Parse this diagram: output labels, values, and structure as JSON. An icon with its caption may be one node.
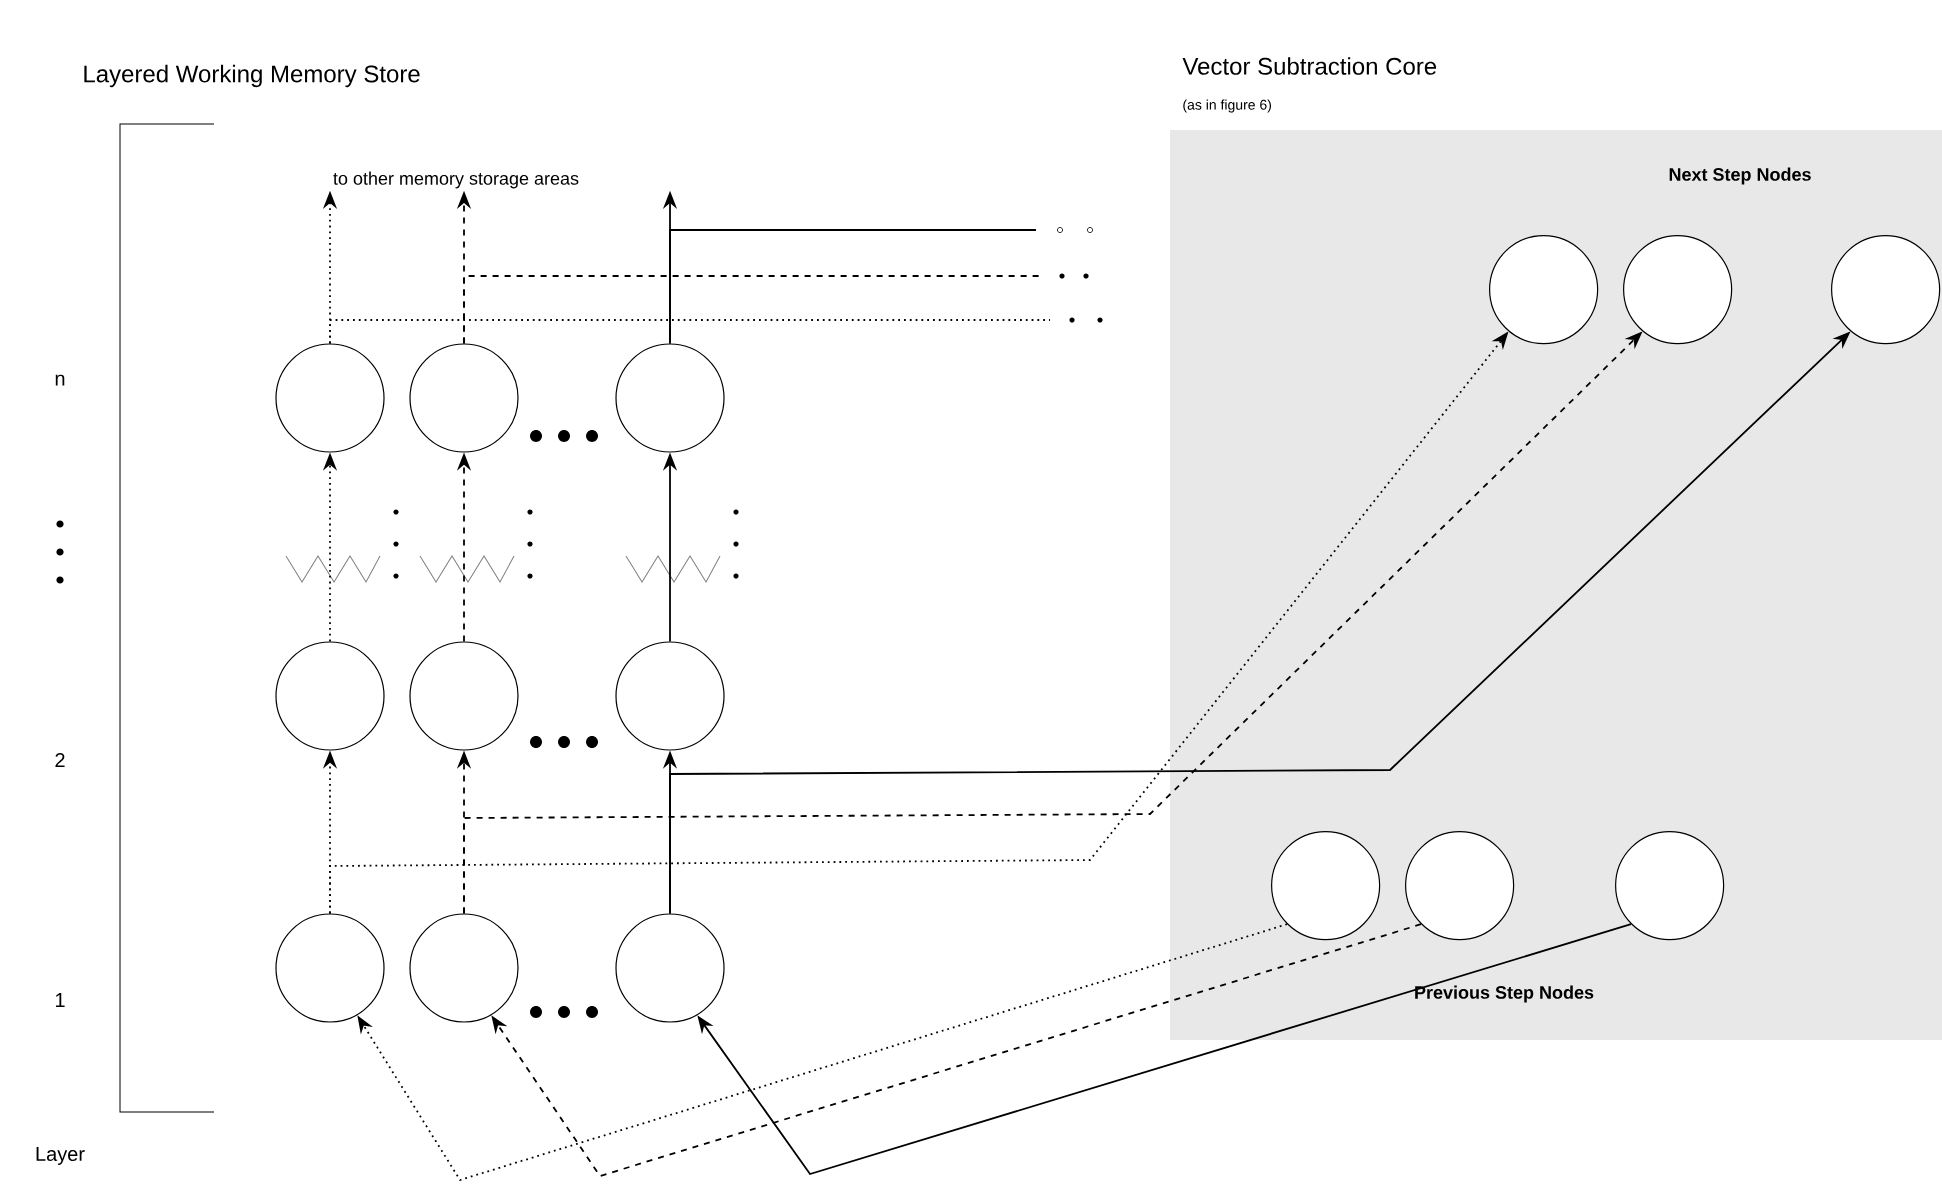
{
  "diagram": {
    "nodes": [
      {
        "text": [
          "to other memory storage areas"
        ]
      },
      {
        "text": [],
        "shape": "circle"
      },
      {
        "text": [],
        "shape": "circle"
      },
      {
        "text": [],
        "shape": "circle"
      },
      {
        "text": [],
        "shape": "circle"
      },
      {
        "text": [],
        "shape": "circle"
      },
      {
        "text": [],
        "shape": "circle"
      },
      {
        "text": [],
        "shape": "circle"
      },
      {
        "text": [],
        "shape": "circle"
      },
      {
        "text": [],
        "shape": "circle"
      },
      {
        "text": [
          "Vector Subtraction Core",
          "(as in figure 6)",
          "Next Step Nodes",
          "Previous Step Nodes"
        ]
      },
      {
        "text": [],
        "shape": "circle",
        "in": 10
      },
      {
        "text": [],
        "shape": "circle",
        "in": 10
      },
      {
        "text": [],
        "shape": "circle",
        "in": 10
      },
      {
        "text": [],
        "shape": "circle",
        "in": 10
      },
      {
        "text": [],
        "shape": "circle",
        "in": 10
      },
      {
        "text": [],
        "shape": "circle",
        "in": 10
      }
    ],
    "edges": [
      {
        "from": 7,
        "to": 4,
        "arrow": "to",
        "style": "dashed"
      },
      {
        "from": 8,
        "to": 5,
        "arrow": "to",
        "style": "dashed"
      },
      {
        "from": 9,
        "to": 6,
        "arrow": "to"
      },
      {
        "from": 4,
        "to": 1,
        "arrow": "to",
        "style": "dashed"
      },
      {
        "from": 5,
        "to": 2,
        "arrow": "to",
        "style": "dashed"
      },
      {
        "from": 6,
        "to": 3,
        "arrow": "to"
      },
      {
        "from": 1,
        "to": 0,
        "arrow": "to",
        "style": "dashed"
      },
      {
        "from": 2,
        "to": 0,
        "arrow": "to",
        "style": "dashed"
      },
      {
        "from": 3,
        "to": 0,
        "arrow": "to"
      },
      {
        "from": 1,
        "to": null,
        "arrow": "none",
        "style": "dashed"
      },
      {
        "from": 2,
        "to": null,
        "arrow": "none",
        "style": "dashed"
      },
      {
        "from": 3,
        "to": null,
        "arrow": "none"
      },
      {
        "from": 7,
        "to": 11,
        "arrow": "to",
        "style": "dashed"
      },
      {
        "from": 8,
        "to": 12,
        "arrow": "to",
        "style": "dashed"
      },
      {
        "from": 9,
        "to": 13,
        "arrow": "to"
      },
      {
        "from": 14,
        "to": 7,
        "arrow": "to",
        "style": "dashed"
      },
      {
        "from": 15,
        "to": 8,
        "arrow": "to",
        "style": "dashed"
      },
      {
        "from": 16,
        "to": 9,
        "arrow": "to"
      }
    ],
    "labels": [
      "Layered Working Memory Store",
      "n",
      "2",
      "1",
      "Layer"
    ]
  }
}
